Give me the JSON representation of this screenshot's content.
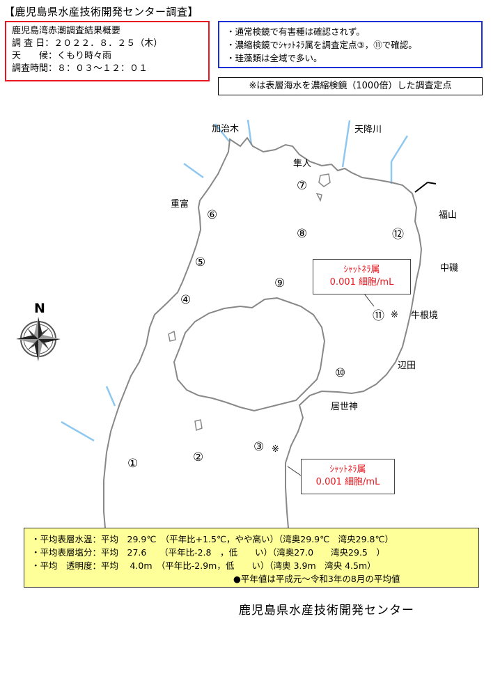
{
  "title": "【鹿児島県水産技術開発センター調査】",
  "summary": {
    "heading": "鹿児島湾赤潮調査結果概要",
    "date_line": "調 査 日：２０２２．８．２５（木）",
    "weather_line": "天　　候：くもり時々雨",
    "time_line": "調査時間：８：０３～１２：０１"
  },
  "findings": [
    "・通常検鏡で有害種は確認されず。",
    "・濃縮検鏡でｼｬｯﾄﾈﾗ属を調査定点③，⑪で確認。",
    "・珪藻類は全域で多い。"
  ],
  "note": "※は表層海水を濃縮検鏡（1000倍）した調査定点",
  "map": {
    "places": {
      "kajiki": "加治木",
      "amori": "天降川",
      "hayato": "隼人",
      "shigetomi": "重富",
      "fukuyama": "福山",
      "nakaiso": "中磯",
      "ushinekyo": "牛根境",
      "henda": "辺田",
      "koseji": "居世神"
    },
    "stations": {
      "s1": "①",
      "s2": "②",
      "s3": "③",
      "s4": "④",
      "s5": "⑤",
      "s6": "⑥",
      "s7": "⑦",
      "s8": "⑧",
      "s9": "⑨",
      "s10": "⑩",
      "s11": "⑪",
      "s12": "⑫"
    },
    "asterisk": "※",
    "compass_label": "N",
    "callout_11": {
      "genus": "ｼｬｯﾄﾈﾗ属",
      "concentration": "0.001 細胞/mL"
    },
    "callout_3": {
      "genus": "ｼｬｯﾄﾈﾗ属",
      "concentration": "0.001 細胞/mL"
    },
    "colors": {
      "coast": "#888888",
      "river": "#8ec8f0",
      "highlight": "#e8161e"
    }
  },
  "stats": [
    "・平均表層水温：平均　29.9℃　（平年比+1.5℃，やや高い）（湾奥29.9℃　湾央29.8℃）",
    "・平均表層塩分：平均　27.6　　（平年比-2.8　，低　　い）（湾奥27.0　　湾央29.5　）",
    "・平均　透明度：平均　 4.0m　（平年比-2.9m，低　　い）（湾奥 3.9m　湾央 4.5m）"
  ],
  "stats_note": "●平年値は平成元～令和3年の8月の平均値",
  "footer_org": "鹿児島県水産技術開発センター"
}
